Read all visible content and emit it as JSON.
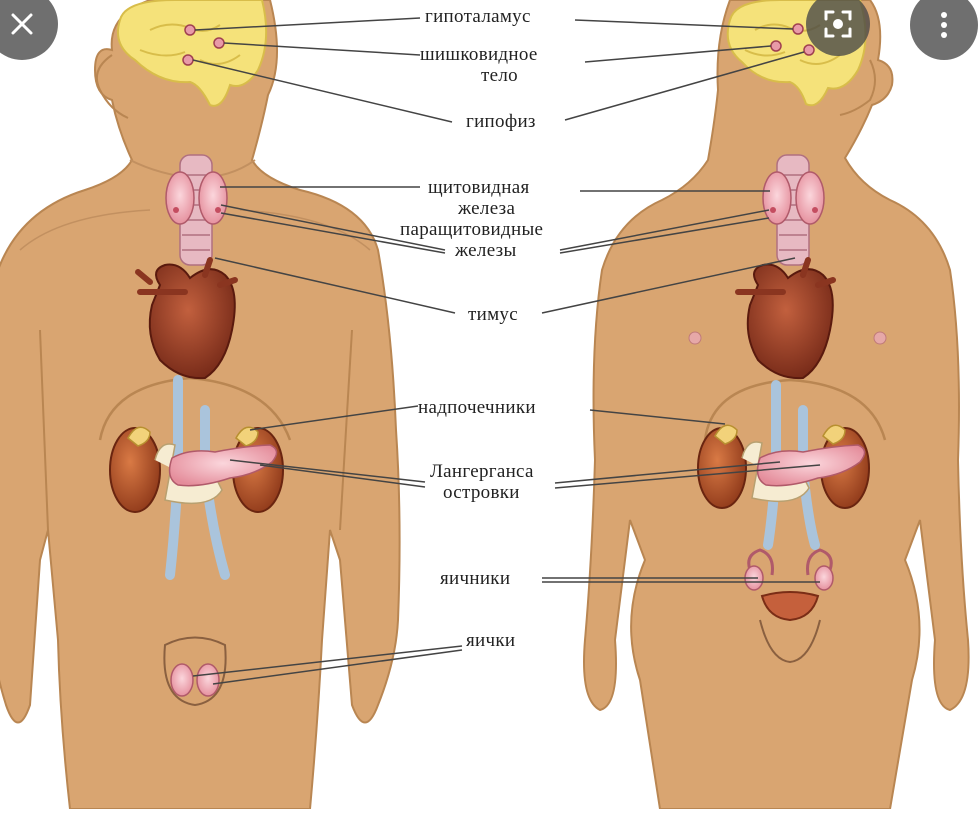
{
  "diagram": {
    "labels": {
      "hypothalamus": "гипоталамус",
      "pineal_line1": "шишковидное",
      "pineal_line2": "тело",
      "pituitary": "гипофиз",
      "thyroid_line1": "щитовидная",
      "thyroid_line2": "железа",
      "parathyroid_line1": "паращитовидные",
      "parathyroid_line2": "железы",
      "thymus": "тимус",
      "adrenals": "надпочечники",
      "islets_line1": "Лангерганса",
      "islets_line2": "островки",
      "ovaries": "яичники",
      "testes": "яички"
    }
  },
  "overlay": {
    "close_icon": "close-icon",
    "lens_icon": "lens-search-icon",
    "more_icon": "more-vertical-icon"
  },
  "colors": {
    "skin": "#d9a571",
    "skin_dark": "#b98652",
    "brain": "#f5e27a",
    "gland_pink": "#f2b8c0",
    "heart": "#9a3a26",
    "kidney": "#b8522a",
    "vessel": "#aac4dc"
  }
}
